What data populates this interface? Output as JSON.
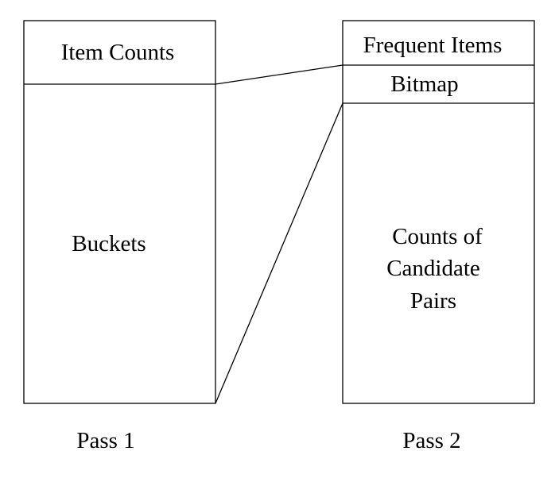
{
  "pass1": {
    "item_counts": "Item Counts",
    "buckets": "Buckets",
    "caption": "Pass 1"
  },
  "pass2": {
    "frequent_items": "Frequent Items",
    "bitmap": "Bitmap",
    "counts_line1": "Counts of",
    "counts_line2": "Candidate",
    "counts_line3": "Pairs",
    "caption": "Pass 2"
  },
  "colors": {
    "stroke": "#000000",
    "background": "#ffffff"
  }
}
